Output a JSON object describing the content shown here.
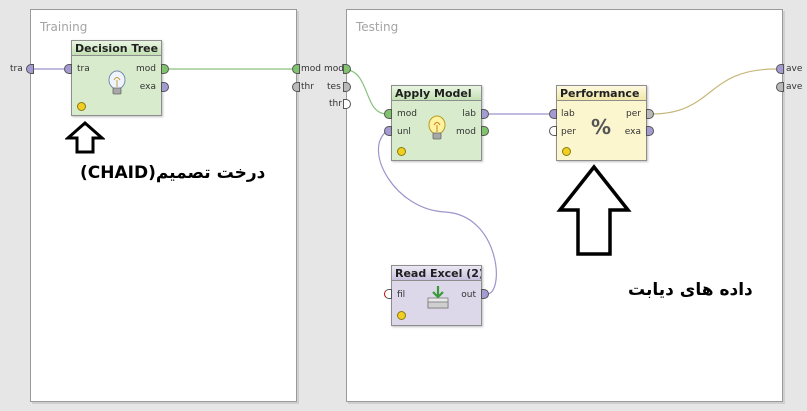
{
  "panels": {
    "training": {
      "title": "Training"
    },
    "testing": {
      "title": "Testing"
    }
  },
  "training_ports": {
    "in_left": "tra",
    "out_mod": "mod",
    "out_thr": "thr"
  },
  "testing_ports": {
    "in_mod": "mod",
    "in_tes": "tes",
    "in_thr": "thr",
    "out_ave1": "ave",
    "out_ave2": "ave"
  },
  "operators": {
    "decision_tree": {
      "title": "Decision Tree",
      "in_tra": "tra",
      "out_mod": "mod",
      "out_exa": "exa",
      "icon": "lightbulb-icon"
    },
    "apply_model": {
      "title": "Apply Model",
      "in_mod": "mod",
      "in_unl": "unl",
      "out_lab": "lab",
      "out_mod": "mod",
      "icon": "lightbulb-icon"
    },
    "performance": {
      "title": "Performance",
      "in_lab": "lab",
      "in_per": "per",
      "out_per": "per",
      "out_exa": "exa",
      "icon": "percent-icon"
    },
    "read_excel": {
      "title": "Read Excel (2)",
      "in_fil": "fil",
      "out_out": "out",
      "icon": "excel-import-icon"
    }
  },
  "annotations": {
    "decision_tree_label": "درخت تصمیم(CHAID)",
    "diabetes_data_label": "داده های دیابت"
  },
  "colors": {
    "port_purple": "#a39bd2",
    "port_green": "#7fc46d",
    "wire_purple": "#9c95cc",
    "wire_olive": "#c8b77a",
    "wire_green": "#8ac07a"
  }
}
